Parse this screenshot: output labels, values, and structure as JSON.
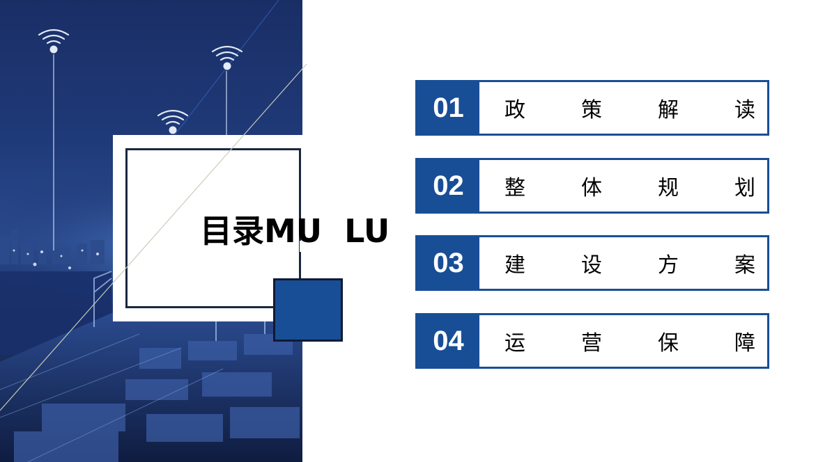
{
  "title": "目录MU  LU",
  "menu": [
    {
      "num": "01",
      "chars": [
        "政",
        "策",
        "解",
        "读"
      ]
    },
    {
      "num": "02",
      "chars": [
        "整",
        "体",
        "规",
        "划"
      ]
    },
    {
      "num": "03",
      "chars": [
        "建",
        "设",
        "方",
        "案"
      ]
    },
    {
      "num": "04",
      "chars": [
        "运",
        "营",
        "保",
        "障"
      ]
    }
  ],
  "colors": {
    "accent": "#184e96",
    "dark_border": "#1a2640"
  },
  "icons": [
    "wifi-icon",
    "wifi-icon",
    "wifi-icon"
  ]
}
